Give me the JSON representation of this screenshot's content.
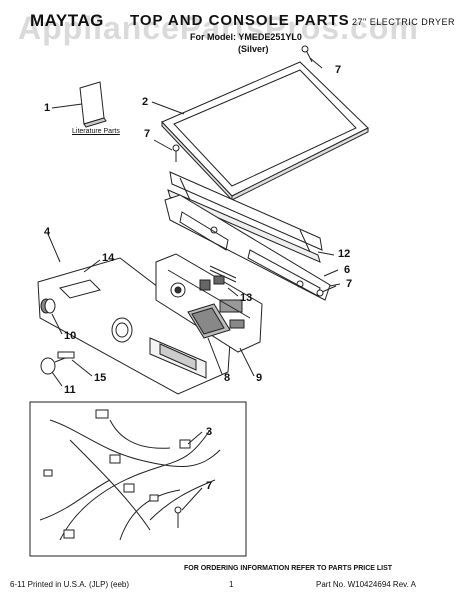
{
  "header": {
    "brand": "MAYTAG",
    "title": "TOP AND CONSOLE PARTS",
    "product": "27\" ELECTRIC DRYER",
    "model_line": "For Model: YMEDE251YL0",
    "color": "(Silver)",
    "watermark": "AppliancePartsPros.com"
  },
  "diagram": {
    "literature_label": "Literature Parts",
    "callouts": [
      {
        "id": "c7a",
        "label": "7"
      },
      {
        "id": "c1",
        "label": "1"
      },
      {
        "id": "c2",
        "label": "2"
      },
      {
        "id": "c7b",
        "label": "7"
      },
      {
        "id": "c4",
        "label": "4"
      },
      {
        "id": "c14",
        "label": "14"
      },
      {
        "id": "c12",
        "label": "12"
      },
      {
        "id": "c6",
        "label": "6"
      },
      {
        "id": "c7c",
        "label": "7"
      },
      {
        "id": "c13",
        "label": "13"
      },
      {
        "id": "c10",
        "label": "10"
      },
      {
        "id": "c8",
        "label": "8"
      },
      {
        "id": "c9",
        "label": "9"
      },
      {
        "id": "c15",
        "label": "15"
      },
      {
        "id": "c11",
        "label": "11"
      },
      {
        "id": "c3",
        "label": "3"
      },
      {
        "id": "c7d",
        "label": "7"
      }
    ]
  },
  "footer": {
    "ordering_info": "FOR ORDERING INFORMATION REFER TO PARTS PRICE LIST",
    "printed": "6-11 Printed in U.S.A. (JLP) (eeb)",
    "page": "1",
    "part_no": "Part No. W10424694 Rev. A"
  }
}
